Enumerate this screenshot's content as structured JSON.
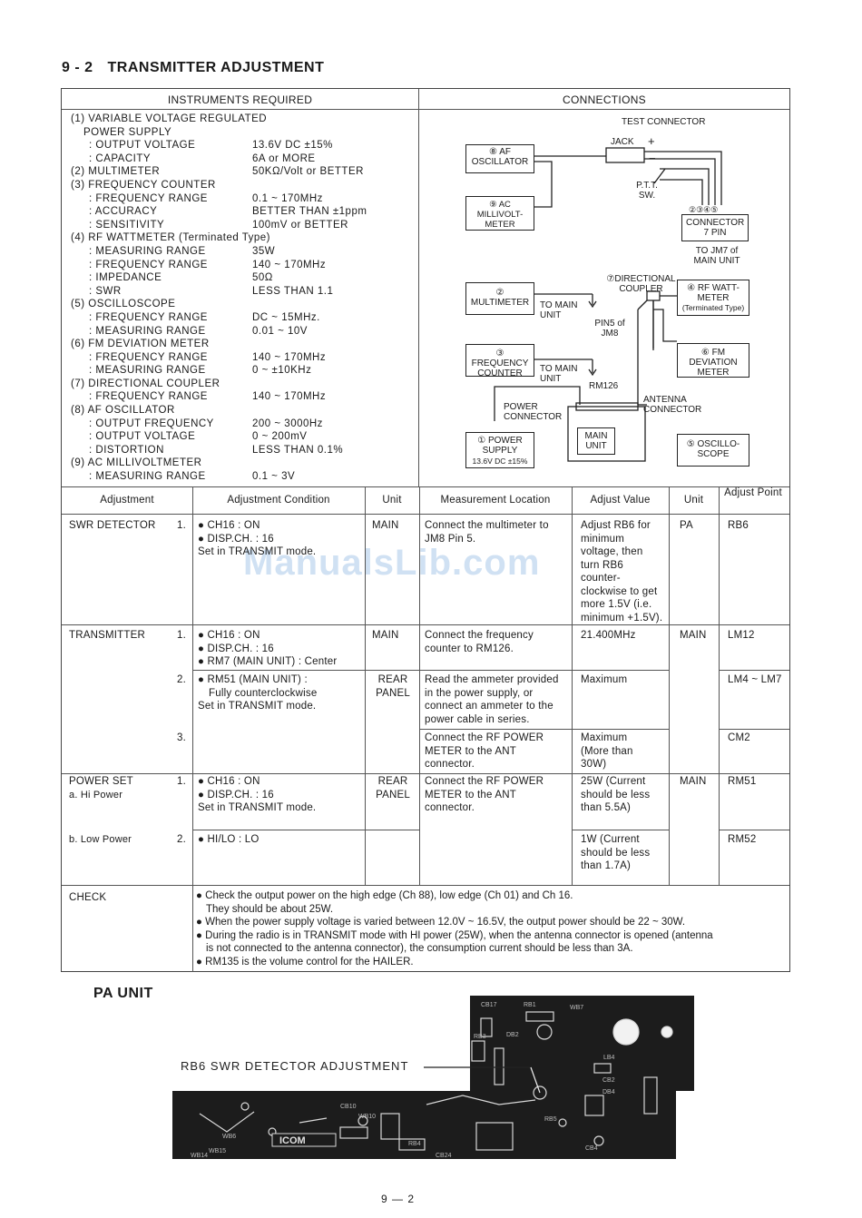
{
  "page_title": {
    "num": "9 - 2",
    "text": "TRANSMITTER ADJUSTMENT"
  },
  "headers": {
    "instruments": "INSTRUMENTS REQUIRED",
    "connections": "CONNECTIONS"
  },
  "instruments": [
    {
      "label": "(1) VARIABLE VOLTAGE REGULATED",
      "value": "",
      "style": ""
    },
    {
      "label": "POWER SUPPLY",
      "value": "",
      "style": "ind"
    },
    {
      "label": ": OUTPUT VOLTAGE",
      "value": "13.6V DC ±15%",
      "style": "sub"
    },
    {
      "label": ": CAPACITY",
      "value": "6A or MORE",
      "style": "sub"
    },
    {
      "label": "(2) MULTIMETER",
      "value": "50KΩ/Volt or BETTER",
      "style": ""
    },
    {
      "label": "(3) FREQUENCY COUNTER",
      "value": "",
      "style": ""
    },
    {
      "label": ": FREQUENCY RANGE",
      "value": "0.1 ~ 170MHz",
      "style": "sub"
    },
    {
      "label": ": ACCURACY",
      "value": "BETTER THAN ±1ppm",
      "style": "sub"
    },
    {
      "label": ": SENSITIVITY",
      "value": "100mV or BETTER",
      "style": "sub"
    },
    {
      "label": "(4) RF WATTMETER (Terminated Type)",
      "value": "",
      "style": ""
    },
    {
      "label": ": MEASURING RANGE",
      "value": "35W",
      "style": "sub"
    },
    {
      "label": ": FREQUENCY RANGE",
      "value": "140 ~ 170MHz",
      "style": "sub"
    },
    {
      "label": ": IMPEDANCE",
      "value": "50Ω",
      "style": "sub"
    },
    {
      "label": ": SWR",
      "value": "LESS THAN 1.1",
      "style": "sub"
    },
    {
      "label": "(5) OSCILLOSCOPE",
      "value": "",
      "style": ""
    },
    {
      "label": ": FREQUENCY RANGE",
      "value": "DC ~ 15MHz.",
      "style": "sub"
    },
    {
      "label": ": MEASURING RANGE",
      "value": "0.01 ~ 10V",
      "style": "sub"
    },
    {
      "label": "(6) FM DEVIATION METER",
      "value": "",
      "style": ""
    },
    {
      "label": ": FREQUENCY RANGE",
      "value": "140 ~ 170MHz",
      "style": "sub"
    },
    {
      "label": ": MEASURING RANGE",
      "value": "0 ~ ±10KHz",
      "style": "sub"
    },
    {
      "label": "(7) DIRECTIONAL COUPLER",
      "value": "",
      "style": ""
    },
    {
      "label": ": FREQUENCY RANGE",
      "value": "140 ~ 170MHz",
      "style": "sub"
    },
    {
      "label": "(8) AF OSCILLATOR",
      "value": "",
      "style": ""
    },
    {
      "label": ": OUTPUT FREQUENCY",
      "value": "200 ~ 3000Hz",
      "style": "sub"
    },
    {
      "label": ": OUTPUT VOLTAGE",
      "value": "0 ~ 200mV",
      "style": "sub"
    },
    {
      "label": ": DISTORTION",
      "value": "LESS THAN 0.1%",
      "style": "sub"
    },
    {
      "label": "(9) AC MILLIVOLTMETER",
      "value": "",
      "style": ""
    },
    {
      "label": ": MEASURING RANGE",
      "value": "0.1 ~ 3V",
      "style": "sub"
    }
  ],
  "diagram": {
    "test_connector": "TEST CONNECTOR",
    "jack": "JACK",
    "plus": "+",
    "minus": "−",
    "af_osc": "⑧ AF OSCILLATOR",
    "ptt": "P.T.T. SW.",
    "ac_milli": "⑨ AC MILLIVOLT-METER",
    "connector_pins": "②③④⑤",
    "connector_7pin": "CONNECTOR 7 PIN",
    "to_jm7": "TO JM7 of MAIN UNIT",
    "dir_coupler": "⑦DIRECTIONAL COUPLER",
    "multimeter": "② MULTIMETER",
    "to_main_1": "TO MAIN UNIT",
    "pin5": "PIN5 of JM8",
    "rf_watt": "④ RF WATT-METER",
    "terminated": "(Terminated Type)",
    "freq_counter": "③ FREQUENCY COUNTER",
    "to_main_2": "TO MAIN UNIT",
    "fm_dev": "⑥ FM DEVIATION METER",
    "rm126": "RM126",
    "power_connector": "POWER CONNECTOR",
    "antenna_connector": "ANTENNA CONNECTOR",
    "main_unit": "MAIN UNIT",
    "power_supply": "① POWER SUPPLY",
    "power_supply_spec": "13.6V DC ±15%",
    "oscilloscope": "⑤ OSCILLO-SCOPE"
  },
  "adj_headers": {
    "adjustment": "Adjustment",
    "condition": "Adjustment Condition",
    "unit": "Unit",
    "location": "Measurement Location",
    "value": "Adjust Value",
    "unit2": "Unit",
    "point": "Adjust Point"
  },
  "swr": {
    "name": "SWR DETECTOR",
    "step": "1.",
    "cond1": "● CH16 : ON",
    "cond2": "● DISP.CH. : 16",
    "cond3": "Set in TRANSMIT mode.",
    "unit": "MAIN",
    "location": "Connect the multimeter to JM8 Pin 5.",
    "value": "Adjust RB6 for minimum voltage, then turn RB6 counter-clockwise to get more 1.5V (i.e. minimum +1.5V).",
    "unit2": "PA",
    "point": "RB6"
  },
  "tx": {
    "name": "TRANSMITTER",
    "step1": "1.",
    "c1a": "● CH16 : ON",
    "c1b": "● DISP.CH. : 16",
    "c1c": "● RM7 (MAIN UNIT) : Center",
    "unit1": "MAIN",
    "loc1": "Connect the frequency counter to RM126.",
    "val1": "21.400MHz",
    "unit2": "MAIN",
    "pt1": "LM12",
    "step2": "2.",
    "c2a": "● RM51 (MAIN UNIT) :",
    "c2b": "Fully counterclockwise",
    "c2c": "Set in TRANSMIT mode.",
    "unitb": "REAR PANEL",
    "loc2": "Read the ammeter provided in the power supply, or connect an ammeter to the power cable in series.",
    "val2": "Maximum",
    "pt2": "LM4 ~ LM7",
    "step3": "3.",
    "loc3": "Connect the RF POWER METER to the ANT connector.",
    "val3": "Maximum (More than 30W)",
    "pt3": "CM2"
  },
  "pset": {
    "name": "POWER SET",
    "a": "a.  Hi Power",
    "b": "b.  Low Power",
    "step1": "1.",
    "c1a": "● CH16 : ON",
    "c1b": "● DISP.CH. : 16",
    "c1c": "Set in TRANSMIT mode.",
    "unit": "REAR PANEL",
    "loc": "Connect the RF POWER METER to the ANT connector.",
    "val1": "25W (Current should be less than 5.5A)",
    "unit2": "MAIN",
    "pt1": "RM51",
    "step2": "2.",
    "c2": "● HI/LO : LO",
    "val2": "1W (Current should be less than 1.7A)",
    "pt2": "RM52"
  },
  "check": {
    "name": "CHECK",
    "l1": "● Check the output power on the high edge (Ch 88), low edge (Ch 01) and Ch 16.",
    "l2": "They should be about 25W.",
    "l3": "● When the power supply voltage is varied between 12.0V ~ 16.5V, the output power should be 22 ~ 30W.",
    "l4": "● During the radio is in TRANSMIT mode with HI power (25W), when the antenna connector is opened (antenna",
    "l5": "is not connected to the antenna connector), the consumption current should be less than 3A.",
    "l6": "● RM135 is the volume control for the HAILER."
  },
  "pa_unit": {
    "title": "PA UNIT",
    "callout": "RB6 SWR DETECTOR ADJUSTMENT",
    "brand": "ICOM"
  },
  "watermark": "ManualsLib.com",
  "footer": "9 — 2"
}
